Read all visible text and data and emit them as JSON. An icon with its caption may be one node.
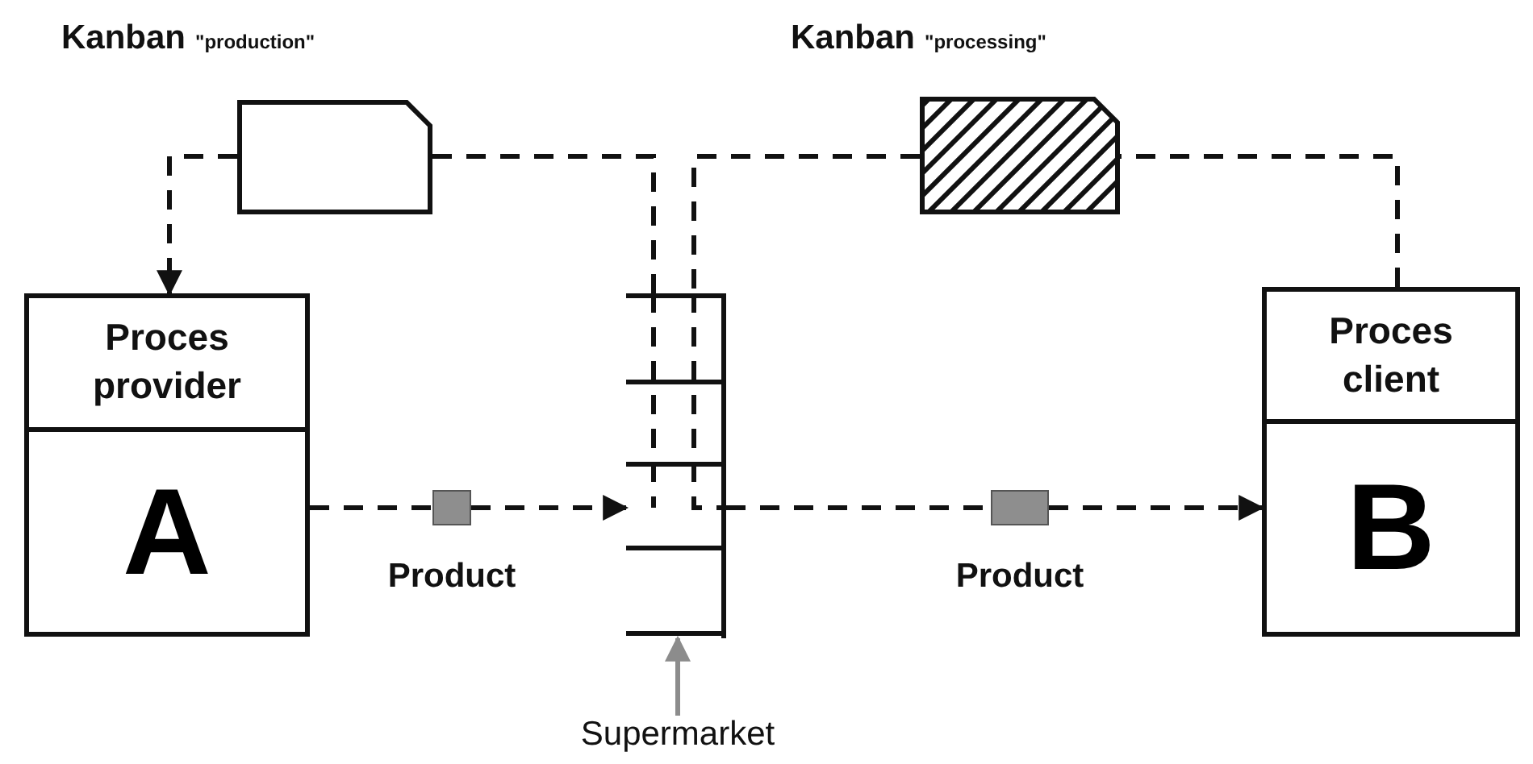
{
  "diagram": {
    "nodes": [
      {
        "text": [
          "Kanban",
          "\"production\""
        ]
      },
      {
        "text": [
          "Kanban",
          "\"processing\""
        ]
      },
      {
        "text": [
          "Proces provider",
          "A"
        ]
      },
      {
        "text": [],
        "shape": "shelf"
      },
      {
        "text": [
          "Proces client",
          "B"
        ]
      },
      {
        "text": [],
        "shape": "box",
        "beside": [
          "Product"
        ]
      },
      {
        "text": [],
        "shape": "box",
        "beside": [
          "Product"
        ]
      },
      {
        "text": [
          "Supermarket"
        ]
      }
    ],
    "edges": [
      {
        "from": 0,
        "to": 2,
        "arrow": "to",
        "style": "dashed"
      },
      {
        "from": 0,
        "to": 3,
        "arrow": "none",
        "style": "dashed"
      },
      {
        "from": 1,
        "to": 3,
        "arrow": "none",
        "style": "dashed"
      },
      {
        "from": 4,
        "to": 1,
        "arrow": "none",
        "style": "dashed"
      },
      {
        "from": 2,
        "to": 5,
        "arrow": "none",
        "style": "dashed"
      },
      {
        "from": 5,
        "to": 3,
        "arrow": "to",
        "style": "dashed"
      },
      {
        "from": 3,
        "to": 6,
        "arrow": "none",
        "style": "dashed"
      },
      {
        "from": 6,
        "to": 4,
        "arrow": "to",
        "style": "dashed"
      },
      {
        "from": 7,
        "to": 3,
        "arrow": "to",
        "color": "#8c8c8c"
      }
    ]
  }
}
